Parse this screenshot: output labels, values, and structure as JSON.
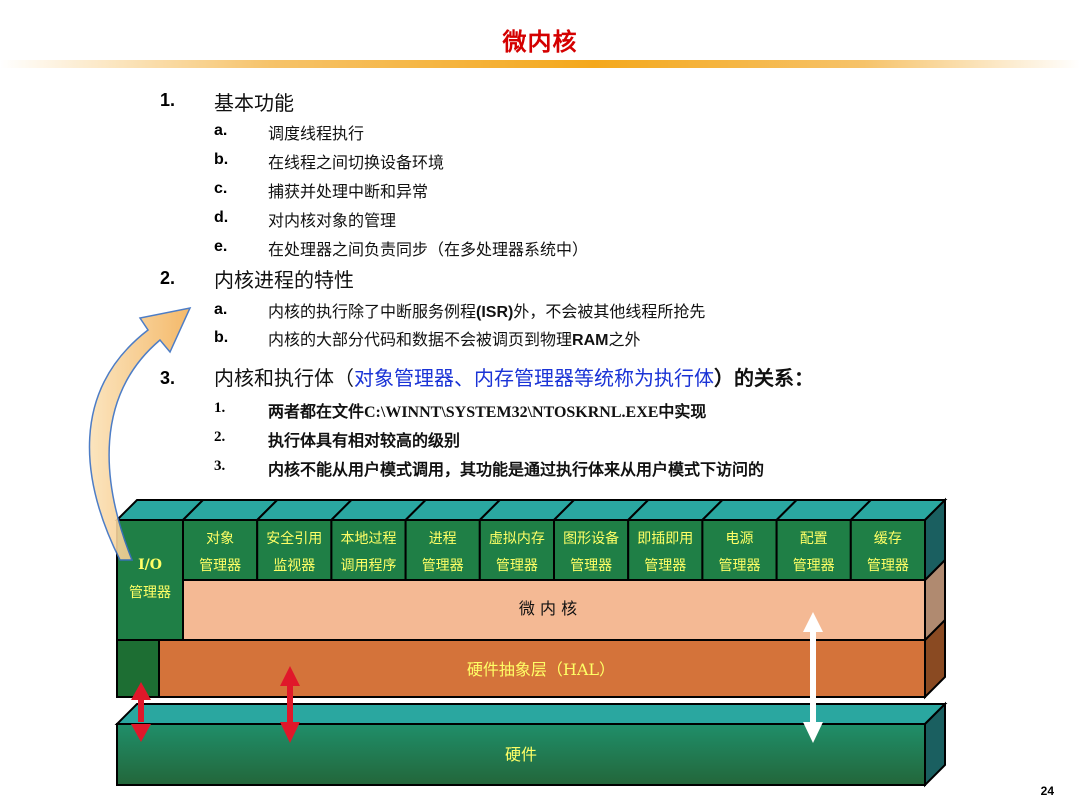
{
  "title": "微内核",
  "sections": [
    {
      "num": "1.",
      "text": "基本功能",
      "items": [
        {
          "label": "a.",
          "text": "调度线程执行"
        },
        {
          "label": "b.",
          "text": "在线程之间切换设备环境"
        },
        {
          "label": "c.",
          "text": "捕获并处理中断和异常"
        },
        {
          "label": "d.",
          "text": "对内核对象的管理"
        },
        {
          "label": "e.",
          "text": "在处理器之间负责同步（在多处理器系统中）"
        }
      ]
    },
    {
      "num": "2.",
      "text": "内核进程的特性",
      "items": [
        {
          "label": "a.",
          "p1": "内核的执行除了中断服务例程",
          "p2": "(ISR)",
          "p3": "外，不会被其他线程所抢先"
        },
        {
          "label": "b.",
          "p1": "内核的大部分代码和数据不会被调页到物理",
          "p2": "RAM",
          "p3": "之外"
        }
      ]
    },
    {
      "num": "3.",
      "pre": "内核和执行体（",
      "blue": "对象管理器、内存管理器等统称为执行体",
      "post": "）的关系：",
      "items": [
        {
          "label": "1.",
          "text": "两者都在文件C:\\WINNT\\SYSTEM32\\NTOSKRNL.EXE中实现"
        },
        {
          "label": "2.",
          "text": "执行体具有相对较高的级别"
        },
        {
          "label": "3.",
          "text": "内核不能从用户模式调用，其功能是通过执行体来从用户模式下访问的"
        }
      ]
    }
  ],
  "diagram": {
    "io": {
      "line1": "I/O",
      "line2": "管理器"
    },
    "managers": [
      {
        "top": "对象",
        "bottom": "管理器"
      },
      {
        "top": "安全引用",
        "bottom": "监视器"
      },
      {
        "top": "本地过程",
        "bottom": "调用程序"
      },
      {
        "top": "进程",
        "bottom": "管理器"
      },
      {
        "top": "虚拟内存",
        "bottom": "管理器"
      },
      {
        "top": "图形设备",
        "bottom": "管理器"
      },
      {
        "top": "即插即用",
        "bottom": "管理器"
      },
      {
        "top": "电源",
        "bottom": "管理器"
      },
      {
        "top": "配置",
        "bottom": "管理器"
      },
      {
        "top": "缓存",
        "bottom": "管理器"
      }
    ],
    "kernel": "微 内 核",
    "hal": "硬件抽象层（HAL）",
    "hardware": "硬件",
    "colors": {
      "teal": "#1f7f7a",
      "teal_top": "#2aa7a0",
      "green_dark": "#1d6e33",
      "peach": "#f4b994",
      "orange": "#d4733a",
      "yellow_text": "#ffff66",
      "red_arrow": "#e0182a"
    }
  },
  "page_number": "24"
}
